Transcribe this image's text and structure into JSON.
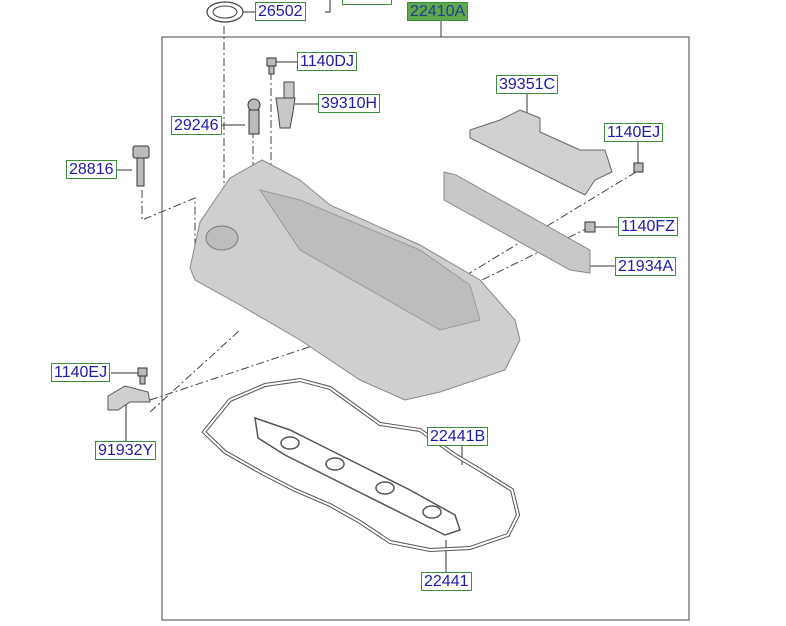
{
  "diagram_title_part": "22410A",
  "labels": {
    "p26502": "26502",
    "p22410A": "22410A",
    "p1140DJ": "1140DJ",
    "p39310H": "39310H",
    "p29246": "29246",
    "p28816": "28816",
    "p39351C": "39351C",
    "p1140EJ_right": "1140EJ",
    "p1140FZ": "1140FZ",
    "p21934A": "21934A",
    "p1140EJ_left": "1140EJ",
    "p91932Y": "91932Y",
    "p22441B": "22441B",
    "p22441": "22441"
  },
  "colors": {
    "label_text": "#1c1ca8",
    "label_border": "#3c8f3c",
    "highlight": "#5fa84f",
    "part_fill": "#c8c8c8"
  }
}
